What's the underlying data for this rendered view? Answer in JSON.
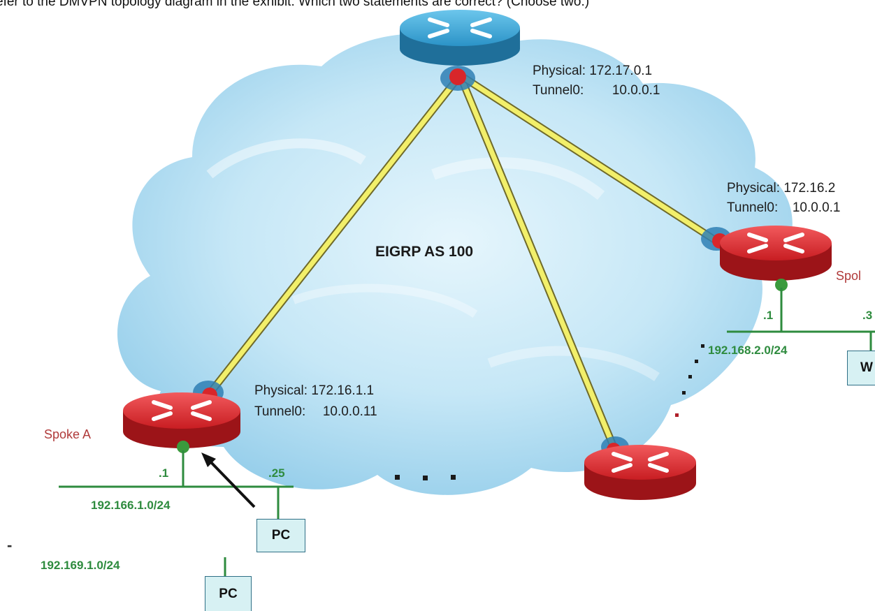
{
  "header_text": "efer to the DMVPN topology diagram in the exhibit. Which two statements are correct? (Choose two.)",
  "cloud_label": "EIGRP AS 100",
  "hub": {
    "physical_label": "Physical:",
    "physical_ip": "172.17.0.1",
    "tunnel_label": "Tunnel0:",
    "tunnel_ip": "10.0.0.1"
  },
  "spoke_a": {
    "name": "Spoke A",
    "physical_label": "Physical:",
    "physical_ip": "172.16.1.1",
    "tunnel_label": "Tunnel0:",
    "tunnel_ip": "10.0.0.11",
    "lan_iface": ".1",
    "pc_iface": ".25",
    "lan_subnet": "192.166.1.0/24",
    "pc_label": "PC"
  },
  "spoke_right": {
    "name": "Spol",
    "physical_label": "Physical:",
    "physical_ip": "172.16.2",
    "tunnel_label": "Tunnel0:",
    "tunnel_ip": "10.0.0.1",
    "lan_iface": ".1",
    "host_iface": ".3",
    "lan_subnet": "192.168.2.0/24",
    "host_label": "W"
  },
  "lower": {
    "dash": "-",
    "subnet": "192.169.1.0/24",
    "pc_label": "PC"
  },
  "colors": {
    "hub_router": "#3aa6d6",
    "spoke_router": "#d8262a",
    "tunnel": "#f2ef6a",
    "lan": "#2e8b3e",
    "cloud": "#aedcf2"
  },
  "icons": [
    "router-icon",
    "cloud-shape",
    "arrow-icon"
  ]
}
